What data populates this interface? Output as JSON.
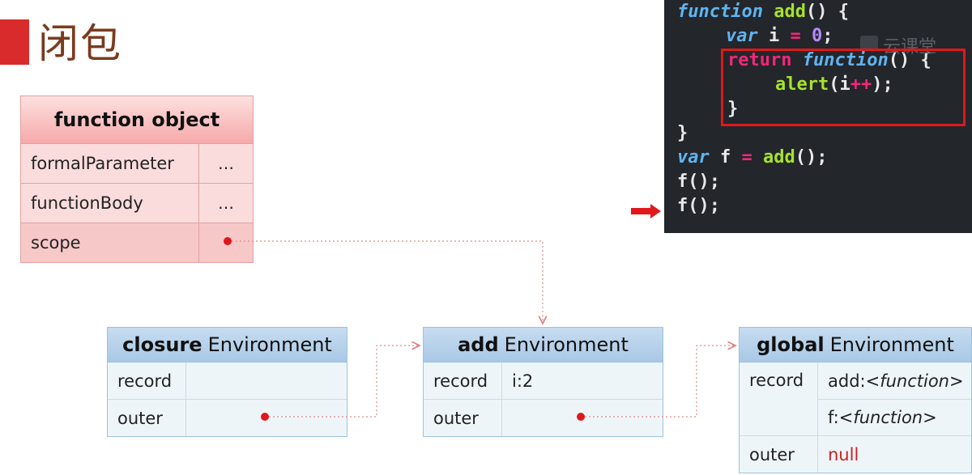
{
  "title": "闭包",
  "function_object": {
    "header": "function object",
    "rows": [
      {
        "key": "formalParameter",
        "value": "…"
      },
      {
        "key": "functionBody",
        "value": "…"
      },
      {
        "key": "scope",
        "value": ""
      }
    ]
  },
  "environments": {
    "closure": {
      "name": "closure",
      "suffix": "Environment",
      "record_label": "record",
      "record_value": "",
      "outer_label": "outer"
    },
    "add": {
      "name": "add",
      "suffix": "Environment",
      "record_label": "record",
      "record_value": "i:2",
      "outer_label": "outer"
    },
    "global": {
      "name": "global",
      "suffix": "Environment",
      "record_label": "record",
      "record_entries": [
        {
          "prefix": "add:<",
          "italic": "function",
          "suffix": ">"
        },
        {
          "prefix": "f:<",
          "italic": "function",
          "suffix": ">"
        }
      ],
      "outer_label": "outer",
      "outer_value": "null"
    }
  },
  "code": {
    "l1_kw": "function",
    "l1_name": "add",
    "l1_rest": "() {",
    "l2_kw": "var",
    "l2_mid": " i ",
    "l2_op": "=",
    "l2_num": "0",
    "l2_end": ";",
    "l3_kw": "return",
    "l3_fn": "function",
    "l3_rest": "() {",
    "l4_fn": "alert",
    "l4_a": "(i",
    "l4_op": "++",
    "l4_b": ");",
    "l5": "}",
    "l6": "}",
    "l7_kw": "var",
    "l7_mid": " f ",
    "l7_op": "=",
    "l7_fn": "add",
    "l7_end": "();",
    "l8": "f();",
    "l9": "f();"
  },
  "watermark": "云课堂",
  "colors": {
    "highlight_box": "#e0181b",
    "arrow": "#e0181b",
    "pointer": "#e0181b",
    "null_value": "#d01f1f"
  }
}
